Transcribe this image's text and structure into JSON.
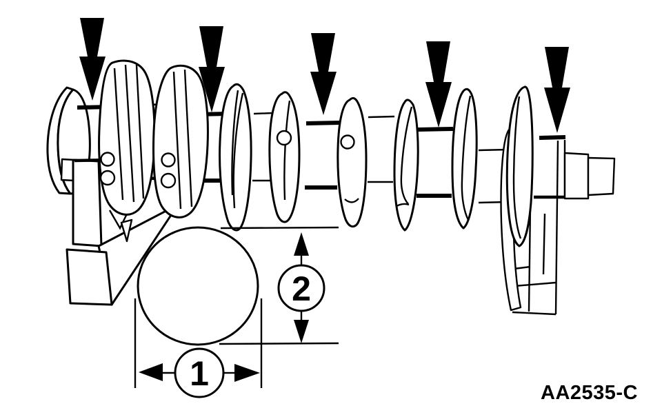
{
  "figure": {
    "description": "Line-art service diagram of a crankshaft resting on two V-block stands; five solid arrows point to the main bearing journal surfaces, and a journal cross-section circle is dimensioned by callouts 1 (width) and 2 (height).",
    "code_label": "AA2535-C"
  },
  "callouts": {
    "one": "1",
    "two": "2"
  },
  "arrows": {
    "count": 5
  },
  "colors": {
    "ink": "#000000",
    "paper": "#ffffff"
  }
}
